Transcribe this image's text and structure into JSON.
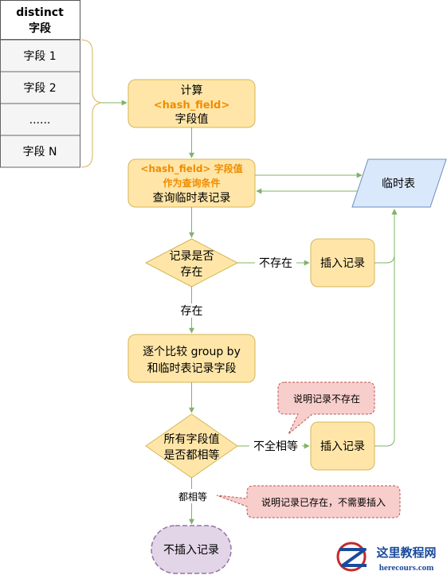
{
  "field_table": {
    "header_line1": "distinct",
    "header_line2": "字段",
    "rows": [
      "字段 1",
      "字段 2",
      "......",
      "字段 N"
    ]
  },
  "nodes": {
    "compute_hash": {
      "line1": "计算",
      "line2": "<hash_field>",
      "line3": "字段值"
    },
    "query_temp": {
      "line1": "<hash_field> 字段值",
      "line2": "作为查询条件",
      "line3": "查询临时表记录"
    },
    "temp_table": {
      "label": "临时表"
    },
    "record_exists": {
      "line1": "记录是否",
      "line2": "存在"
    },
    "insert_record_1": {
      "label": "插入记录"
    },
    "compare_fields": {
      "line1": "逐个比较 group by",
      "line2": "和临时表记录字段"
    },
    "all_equal": {
      "line1": "所有字段值",
      "line2": "是否都相等"
    },
    "insert_record_2": {
      "label": "插入记录"
    },
    "no_insert": {
      "label": "不插入记录"
    }
  },
  "edge_labels": {
    "not_exists": "不存在",
    "exists": "存在",
    "not_all_equal": "不全相等",
    "all_equal": "都相等"
  },
  "callouts": {
    "record_not_exist": "说明记录不存在",
    "record_exists_no_insert": "说明记录已存在，不需要插入"
  },
  "watermark": {
    "title": "这里教程网",
    "url": "herecours.com"
  },
  "colors": {
    "process_fill": "#ffe6a8",
    "process_stroke": "#d6b656",
    "accent_orange": "#f08c00",
    "edge_green": "#82b366",
    "table_fill": "#dae8fc",
    "table_stroke": "#6c8ebf",
    "callout_fill": "#f8cecc",
    "callout_stroke": "#b85450",
    "terminal_fill": "#e1d5e7",
    "terminal_stroke": "#9673a6"
  }
}
